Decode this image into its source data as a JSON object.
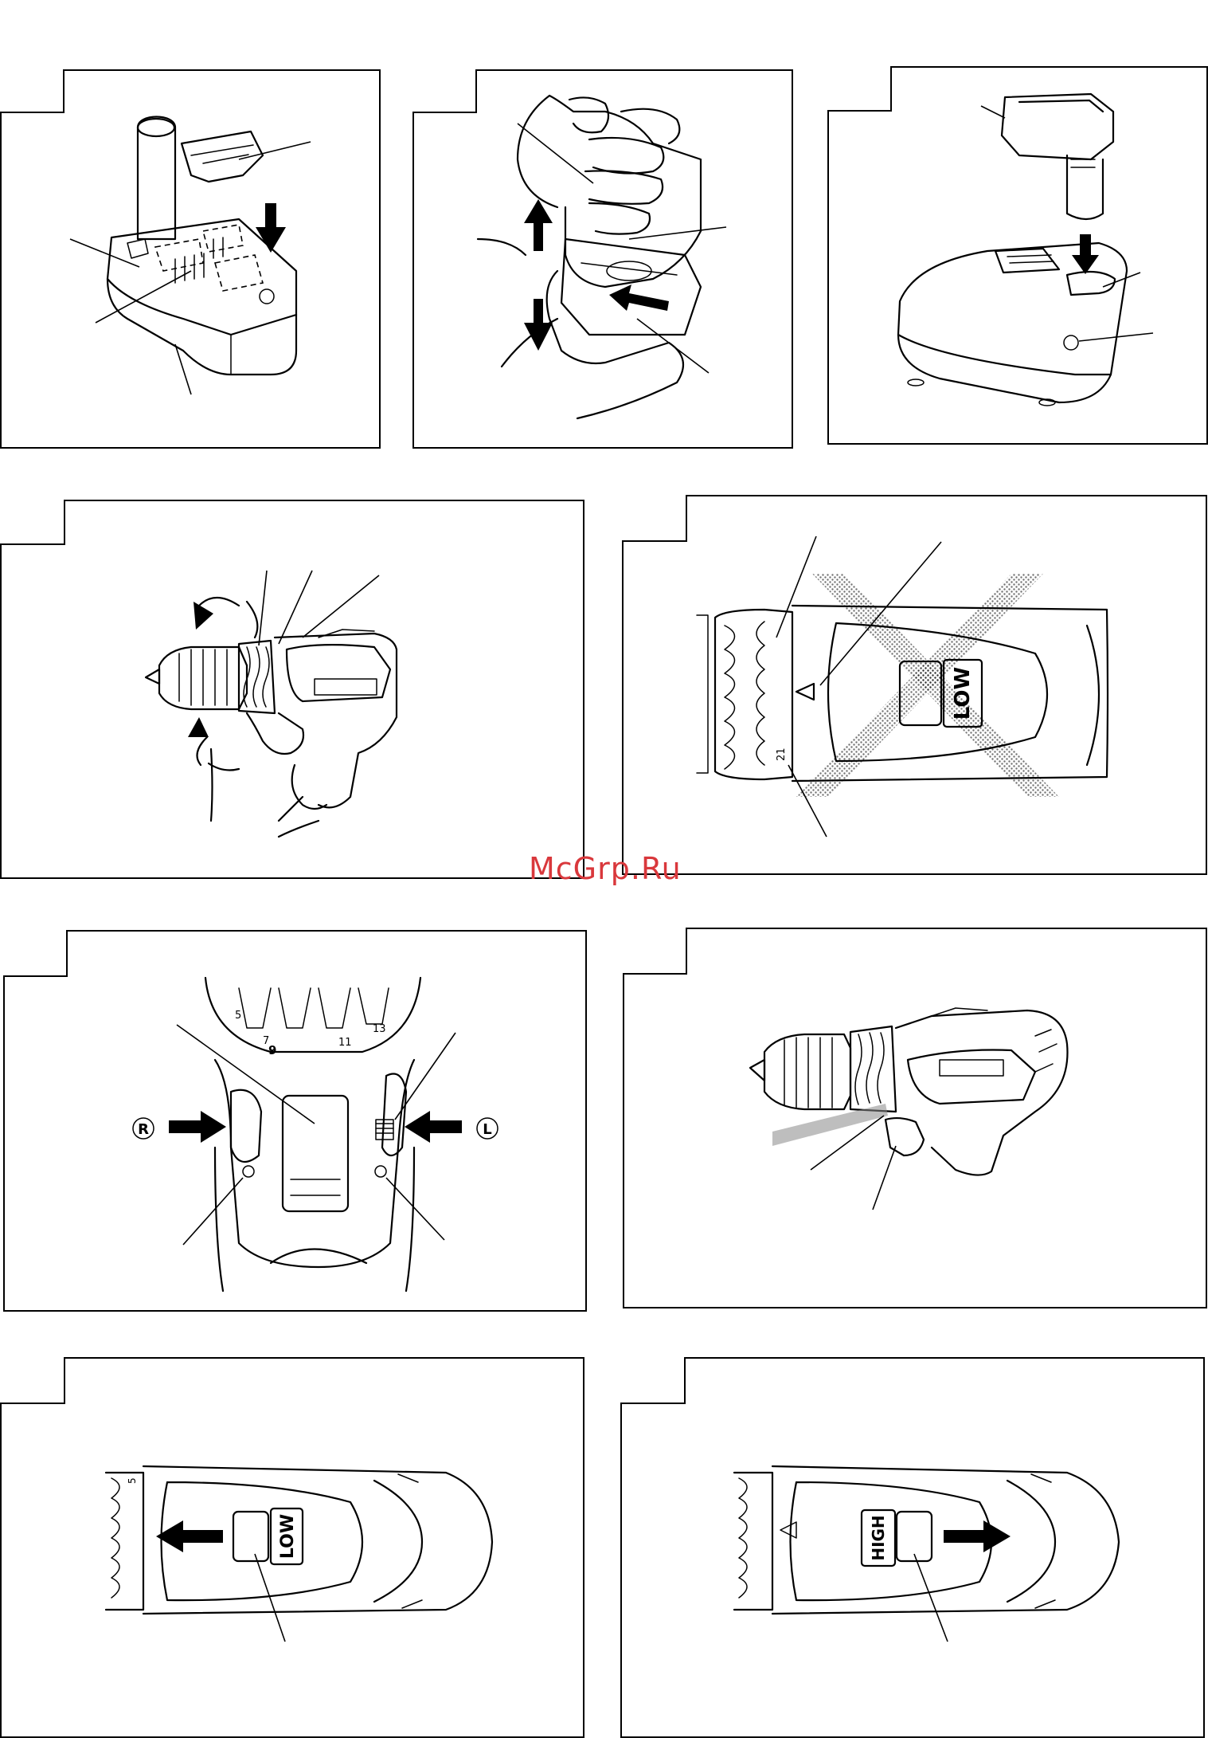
{
  "watermark": "McGrp.Ru",
  "labels": {
    "low": "LOW",
    "high": "HIGH",
    "reverse": "R",
    "left": "L",
    "clutch_mark": "21",
    "dial_numbers": [
      "5",
      "7",
      "9",
      "11",
      "13"
    ],
    "scale_mark": "5"
  }
}
